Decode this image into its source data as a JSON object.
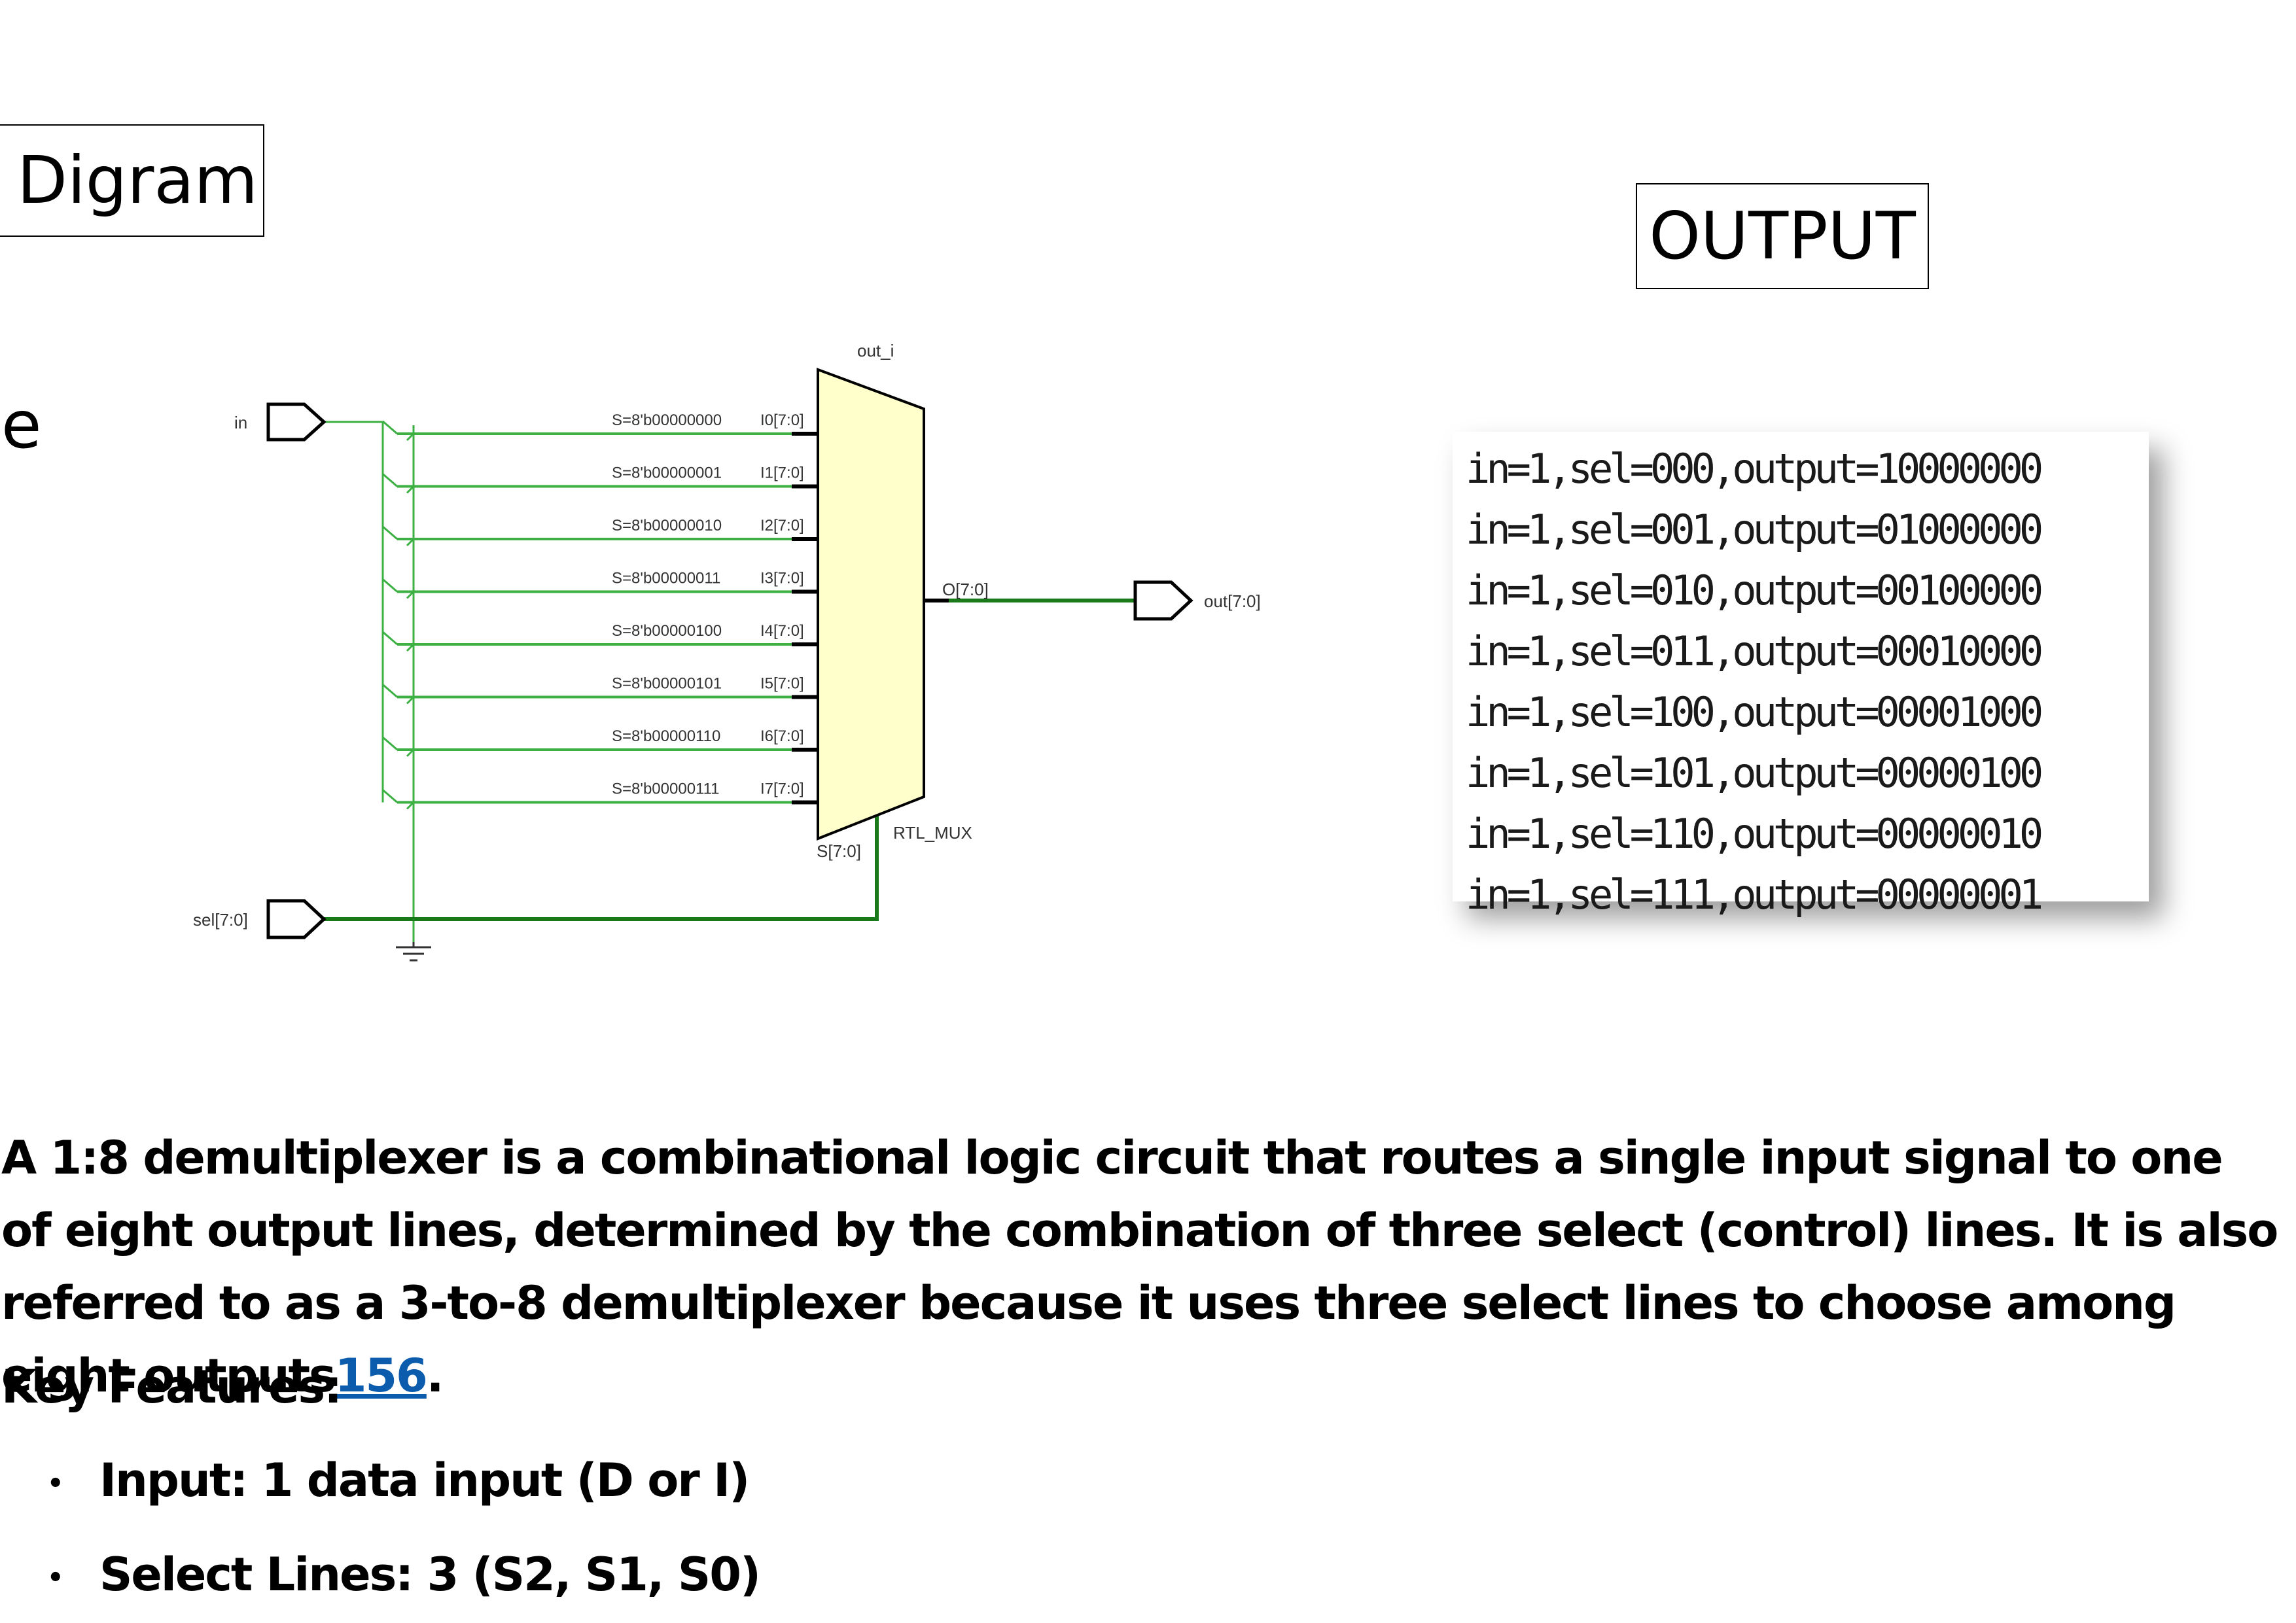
{
  "labels": {
    "digram": "Digram",
    "output": "OUTPUT",
    "stray_letter": "e"
  },
  "schematic": {
    "block_name": "out_i",
    "block_type": "RTL_MUX",
    "input_port": "in",
    "select_port": "sel[7:0]",
    "output_port": "out[7:0]",
    "mux_output_pin": "O[7:0]",
    "mux_select_pin": "S[7:0]",
    "inputs": [
      {
        "sel": "S=8'b00000000",
        "pin": "I0[7:0]"
      },
      {
        "sel": "S=8'b00000001",
        "pin": "I1[7:0]"
      },
      {
        "sel": "S=8'b00000010",
        "pin": "I2[7:0]"
      },
      {
        "sel": "S=8'b00000011",
        "pin": "I3[7:0]"
      },
      {
        "sel": "S=8'b00000100",
        "pin": "I4[7:0]"
      },
      {
        "sel": "S=8'b00000101",
        "pin": "I5[7:0]"
      },
      {
        "sel": "S=8'b00000110",
        "pin": "I6[7:0]"
      },
      {
        "sel": "S=8'b00000111",
        "pin": "I7[7:0]"
      }
    ],
    "colors": {
      "wire": "#3cb043",
      "bus": "#1a7a1a",
      "mux_fill": "#ffffcc"
    }
  },
  "console": {
    "lines": [
      "in=1,sel=000,output=10000000",
      "in=1,sel=001,output=01000000",
      "in=1,sel=010,output=00100000",
      "in=1,sel=011,output=00010000",
      "in=1,sel=100,output=00001000",
      "in=1,sel=101,output=00000100",
      "in=1,sel=110,output=00000010",
      "in=1,sel=111,output=00000001"
    ]
  },
  "description": {
    "text": "A 1:8 demultiplexer is a combinational logic circuit that routes a single input signal to one of eight output lines, determined by the combination of three select (control) lines. It is also referred to as a 3-to-8 demultiplexer because it uses three select lines to choose among eight outputs",
    "link": "156",
    "end": "."
  },
  "features": {
    "heading": "Key Features:",
    "items": [
      "Input: 1 data input (D or I)",
      "Select Lines: 3 (S2, S1, S0)"
    ],
    "bullet": "•"
  }
}
